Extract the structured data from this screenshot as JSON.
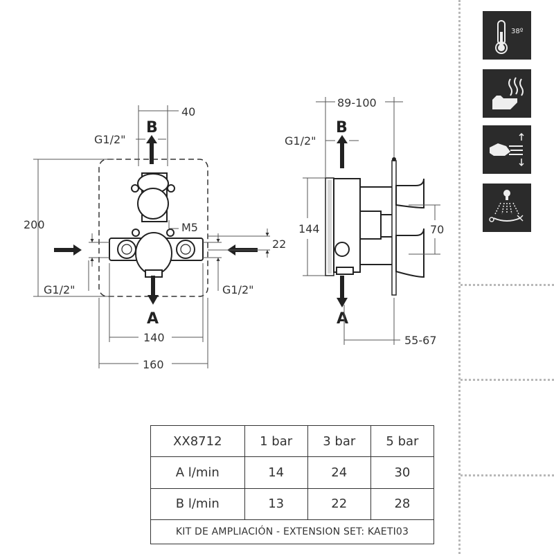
{
  "front_view": {
    "dim_40": "40",
    "dim_200": "200",
    "dim_140": "140",
    "dim_160": "160",
    "dim_22": "22",
    "thread_top": "G1/2\"",
    "thread_left": "G1/2\"",
    "thread_right": "G1/2\"",
    "bolt_label": "M5",
    "outlet_b": "B",
    "outlet_a": "A"
  },
  "side_view": {
    "dim_89_100": "89-100",
    "dim_144": "144",
    "dim_70": "70",
    "dim_55_67": "55-67",
    "thread_top": "G1/2\"",
    "outlet_b": "B",
    "outlet_a": "A"
  },
  "icons": {
    "thermostat_temp": "38º",
    "items": [
      "thermometer-icon",
      "hand-heat-icon",
      "hand-flow-icon",
      "shower-antiscald-icon"
    ]
  },
  "flow_table": {
    "headers": [
      "XX8712",
      "1 bar",
      "3 bar",
      "5 bar"
    ],
    "rows": [
      {
        "label": "A  l/min",
        "values": [
          "14",
          "24",
          "30"
        ]
      },
      {
        "label": "B  l/min",
        "values": [
          "13",
          "22",
          "28"
        ]
      }
    ],
    "footer": "KIT DE AMPLIACIÓN - EXTENSION SET: KAETI03"
  },
  "colors": {
    "icon_bg": "#2b2b2b",
    "divider": "#b8b8b8"
  }
}
